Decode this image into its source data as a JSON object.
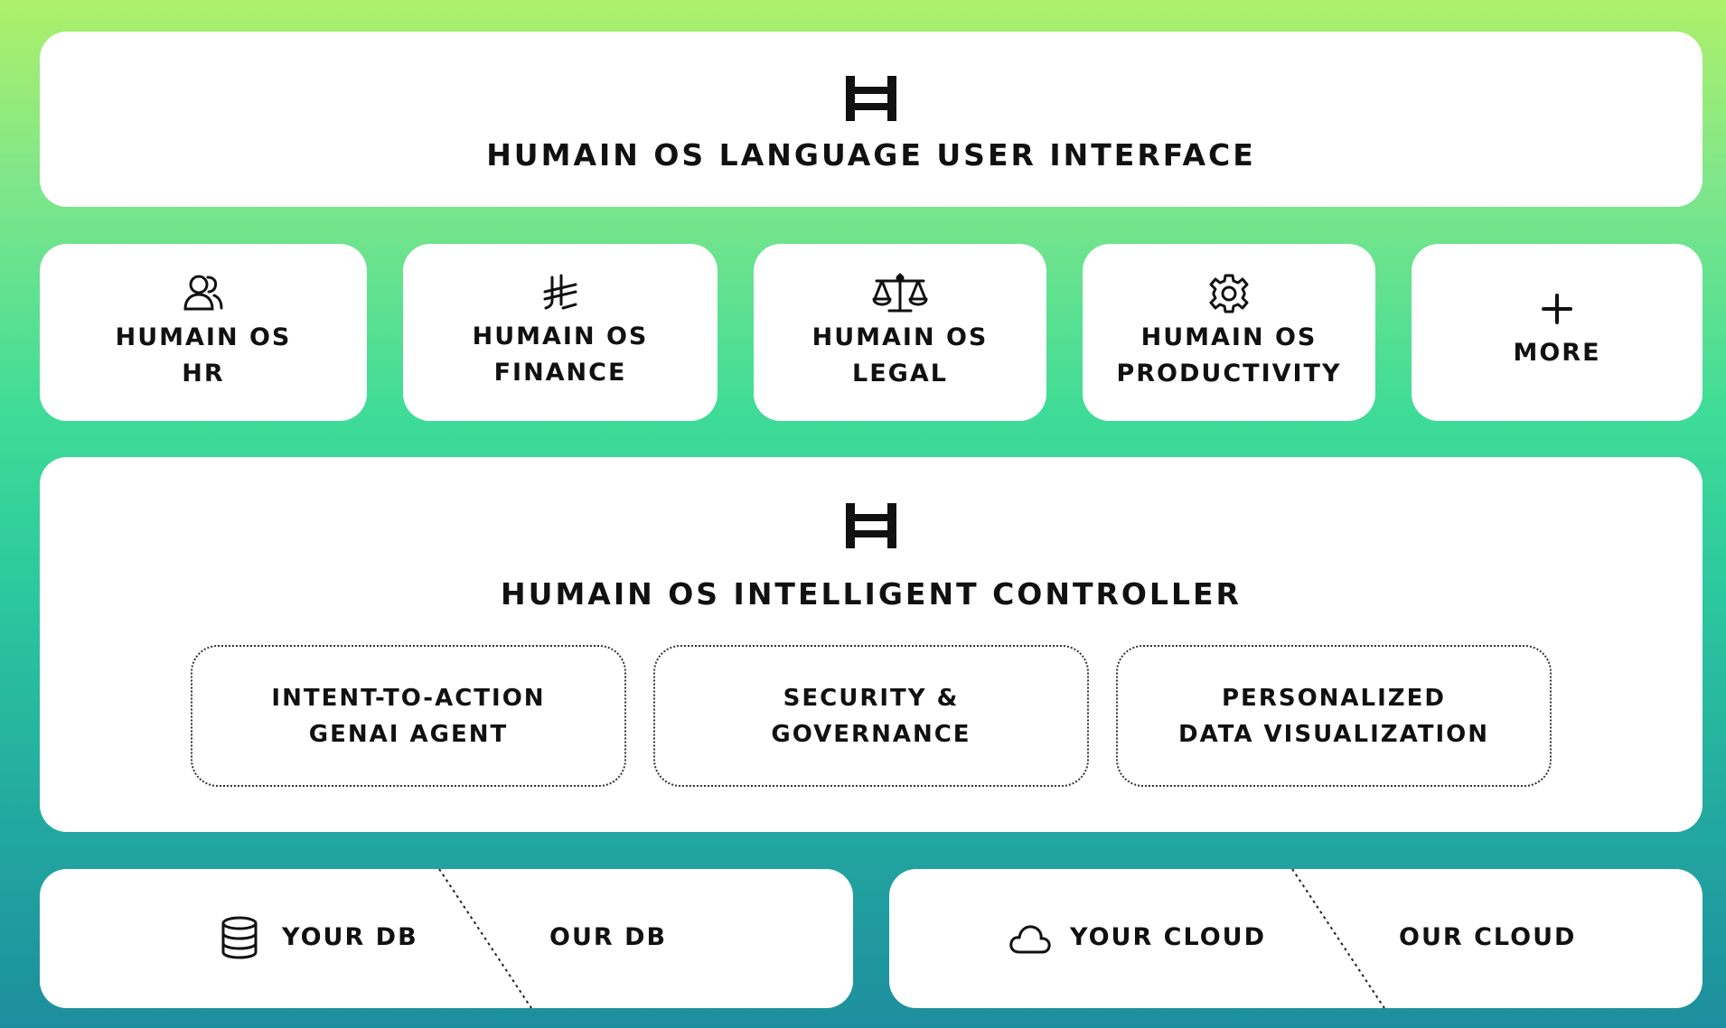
{
  "top_panel": {
    "title": "HUMAIN OS LANGUAGE USER INTERFACE",
    "logo_icon": "humain-h-logo"
  },
  "modules": [
    {
      "line1": "HUMAIN OS",
      "line2": "HR",
      "icon": "users-icon"
    },
    {
      "line1": "HUMAIN OS",
      "line2": "FINANCE",
      "icon": "currency-icon"
    },
    {
      "line1": "HUMAIN OS",
      "line2": "LEGAL",
      "icon": "scales-icon"
    },
    {
      "line1": "HUMAIN OS",
      "line2": "PRODUCTIVITY",
      "icon": "gear-icon"
    },
    {
      "line1": "MORE",
      "icon": "plus-icon"
    }
  ],
  "controller": {
    "title": "HUMAIN OS INTELLIGENT CONTROLLER",
    "logo_icon": "humain-h-logo",
    "components": [
      {
        "line1": "INTENT-TO-ACTION",
        "line2": "GENAI AGENT"
      },
      {
        "line1": "SECURITY &",
        "line2": "GOVERNANCE"
      },
      {
        "line1": "PERSONALIZED",
        "line2": "DATA VISUALIZATION"
      }
    ]
  },
  "storage": {
    "db": {
      "left": "YOUR DB",
      "right": "OUR DB",
      "icon": "database-icon"
    },
    "cloud": {
      "left": "YOUR CLOUD",
      "right": "OUR CLOUD",
      "icon": "cloud-icon"
    }
  },
  "colors": {
    "gradient_top": "#aef06a",
    "gradient_mid": "#3fdc97",
    "gradient_bottom": "#1d8e9e",
    "card": "#ffffff",
    "text": "#111111"
  }
}
